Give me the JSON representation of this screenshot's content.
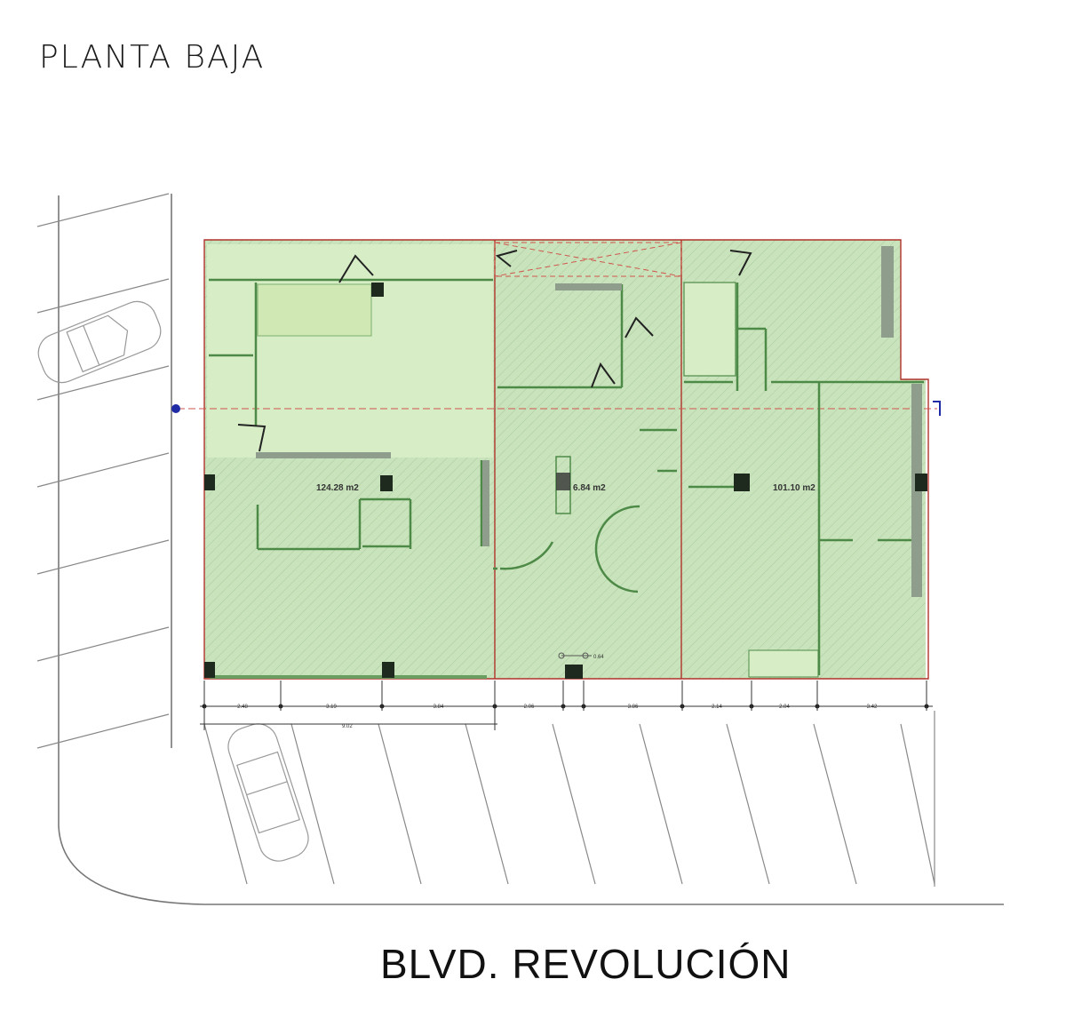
{
  "title": "PLANTA BAJA",
  "street_name": "BLVD. REVOLUCIÓN",
  "units": [
    {
      "area_label": "124.28 m2"
    },
    {
      "area_label": "6.84 m2"
    },
    {
      "area_label": "101.10 m2"
    }
  ],
  "dimensions_top_row": [
    "2.48",
    "3.19",
    "3.84",
    "2.06",
    "3.86",
    "2.14",
    "2.04",
    "3.42"
  ],
  "dimensions_bottom_row": [
    "9.02"
  ],
  "stair_note": "0.64",
  "colors": {
    "fill_green": "#c9e4bc",
    "light_green": "#d9efc9",
    "outline_red": "#b0322a",
    "wall_green": "#4e8a47",
    "axis_blue": "#1f2aa5"
  }
}
